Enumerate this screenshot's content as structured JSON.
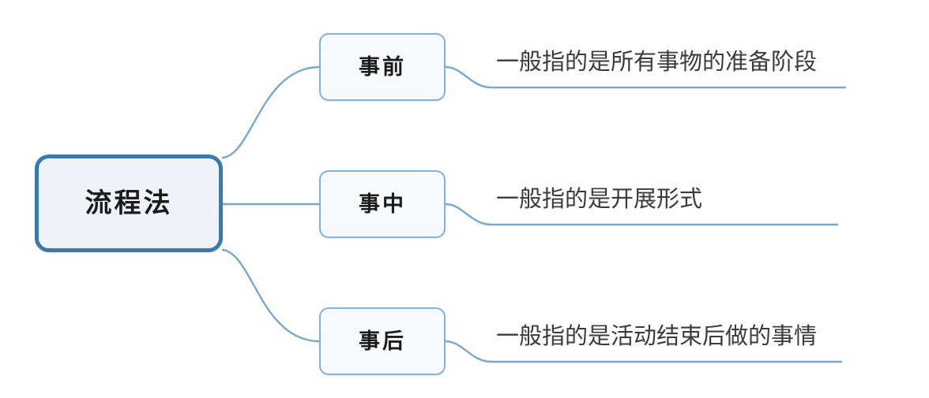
{
  "diagram": {
    "type": "mind-map",
    "title_node": "流程法",
    "colors": {
      "root_border": "#3b79ad",
      "root_fill": "#eef3fa",
      "branch_border": "#85b2d6",
      "branch_fill": "#f7fafd",
      "connector": "#7ba7cc",
      "text_dark": "#1b1b1b",
      "leaf_text": "#3b3b3b",
      "background": "#ffffff"
    },
    "root": {
      "label": "流程法"
    },
    "branches": [
      {
        "label": "事前",
        "leaf": "一般指的是所有事物的准备阶段"
      },
      {
        "label": "事中",
        "leaf": "一般指的是开展形式"
      },
      {
        "label": "事后",
        "leaf": "一般指的是活动结束后做的事情"
      }
    ]
  }
}
